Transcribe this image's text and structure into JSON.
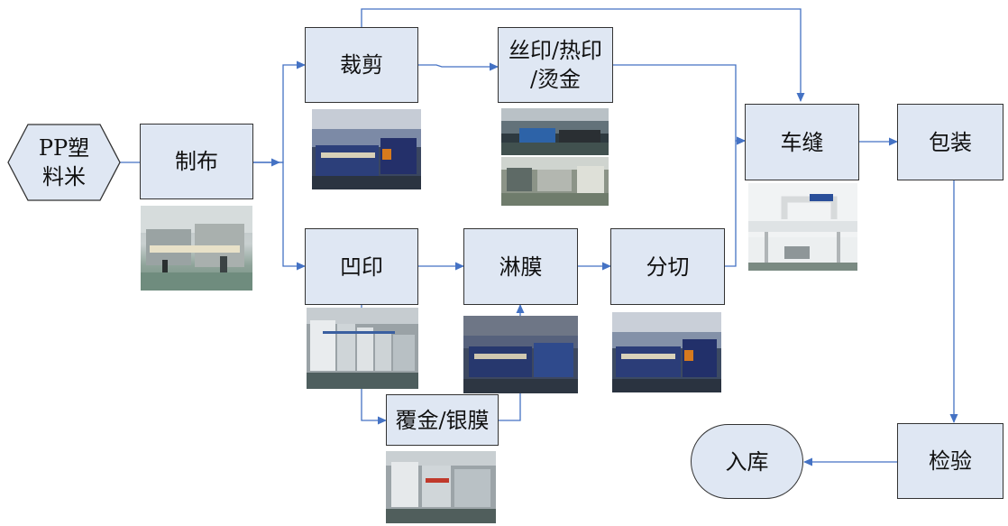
{
  "diagram": {
    "type": "process-flow",
    "line_color": "#4472c4",
    "box_fill": "#dfe7f3",
    "nodes": {
      "raw": {
        "line1": "PP塑",
        "line2": "料米",
        "shape": "hexagon"
      },
      "weave": {
        "label": "制布"
      },
      "cut": {
        "label": "裁剪"
      },
      "print": {
        "line1": "丝印/热印",
        "line2": "/烫金"
      },
      "gravure": {
        "label": "凹印"
      },
      "laminate": {
        "label": "淋膜"
      },
      "slit": {
        "label": "分切"
      },
      "foil": {
        "label": "覆金/银膜"
      },
      "sew": {
        "label": "车缝"
      },
      "pack": {
        "label": "包装"
      },
      "inspect": {
        "label": "检验"
      },
      "store": {
        "label": "入库",
        "shape": "rounded-terminal"
      }
    },
    "edges": [
      {
        "from": "raw",
        "to": "weave"
      },
      {
        "from": "weave",
        "to": "cut"
      },
      {
        "from": "weave",
        "to": "gravure"
      },
      {
        "from": "cut",
        "to": "print"
      },
      {
        "from": "cut",
        "to": "sew"
      },
      {
        "from": "print",
        "to": "sew"
      },
      {
        "from": "gravure",
        "to": "laminate"
      },
      {
        "from": "gravure",
        "to": "foil"
      },
      {
        "from": "foil",
        "to": "laminate"
      },
      {
        "from": "laminate",
        "to": "slit"
      },
      {
        "from": "slit",
        "to": "sew"
      },
      {
        "from": "sew",
        "to": "pack"
      },
      {
        "from": "pack",
        "to": "inspect"
      },
      {
        "from": "inspect",
        "to": "store"
      }
    ],
    "photos": [
      {
        "name": "photo-weaving-machine",
        "depicts": "weaving-machine"
      },
      {
        "name": "photo-cutting-machine",
        "depicts": "cutting-machine"
      },
      {
        "name": "photo-screen-printing-1",
        "depicts": "printing-workshop"
      },
      {
        "name": "photo-screen-printing-2",
        "depicts": "printing-workshop"
      },
      {
        "name": "photo-sewing-machine",
        "depicts": "sewing-machine"
      },
      {
        "name": "photo-gravure-press",
        "depicts": "gravure-press"
      },
      {
        "name": "photo-laminating-machine",
        "depicts": "laminating-machine"
      },
      {
        "name": "photo-slitting-machine",
        "depicts": "slitting-machine"
      },
      {
        "name": "photo-foil-laminator",
        "depicts": "foil-laminator"
      }
    ]
  }
}
